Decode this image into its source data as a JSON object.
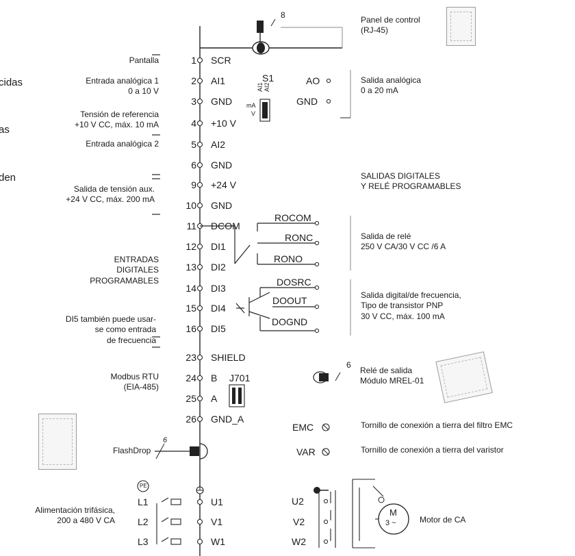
{
  "cutoff_text": [
    "cidas",
    "as",
    "den"
  ],
  "left_labels": {
    "pantalla": "Pantalla",
    "entrada_analogica_1": "Entrada analógica 1\n0 a 10 V",
    "tension_referencia": "Tensión de referencia\n+10 V CC, máx. 10 mA",
    "entrada_analogica_2": "Entrada analógica 2",
    "salida_tension_aux": "Salida de tensión aux.\n+24 V CC, máx. 200 mA",
    "entradas_digitales": "ENTRADAS\nDIGITALES\nPROGRAMABLES",
    "di5_frecuencia": "DI5 también puede usar-\nse como entrada\nde frecuencia",
    "modbus": "Modbus RTU\n(EIA-485)",
    "flashdrop": "FlashDrop",
    "alimentacion": "Alimentación trifásica,\n200 a 480 V CA"
  },
  "terminals": [
    {
      "num": "1",
      "name": "SCR"
    },
    {
      "num": "2",
      "name": "AI1"
    },
    {
      "num": "3",
      "name": "GND"
    },
    {
      "num": "4",
      "name": "+10 V"
    },
    {
      "num": "5",
      "name": "AI2"
    },
    {
      "num": "6",
      "name": "GND"
    },
    {
      "num": "9",
      "name": "+24 V"
    },
    {
      "num": "10",
      "name": "GND"
    },
    {
      "num": "11",
      "name": "DCOM"
    },
    {
      "num": "12",
      "name": "DI1"
    },
    {
      "num": "13",
      "name": "DI2"
    },
    {
      "num": "14",
      "name": "DI3"
    },
    {
      "num": "15",
      "name": "DI4"
    },
    {
      "num": "16",
      "name": "DI5"
    },
    {
      "num": "23",
      "name": "SHIELD"
    },
    {
      "num": "24",
      "name": "B"
    },
    {
      "num": "25",
      "name": "A"
    },
    {
      "num": "26",
      "name": "GND_A"
    }
  ],
  "power_in": {
    "pe": "PE",
    "l1": "L1",
    "l2": "L2",
    "l3": "L3",
    "u1": "U1",
    "v1": "V1",
    "w1": "W1"
  },
  "switch": {
    "s1": "S1",
    "ai1": "AI1",
    "ai2": "AI2",
    "ma": "mA",
    "v": "V",
    "j701": "J701"
  },
  "outputs": {
    "ao": "AO",
    "gnd": "GND",
    "rocom": "ROCOM",
    "ronc": "RONC",
    "rono": "RONO",
    "dosrc": "DOSRC",
    "doout": "DOOUT",
    "dognd": "DOGND",
    "u2": "U2",
    "v2": "V2",
    "w2": "W2",
    "emc": "EMC",
    "var": "VAR"
  },
  "callouts": {
    "n8": "8",
    "n6a": "6",
    "n6b": "6",
    "m": "M",
    "m3": "3 ~"
  },
  "right_labels": {
    "panel": "Panel de control\n(RJ-45)",
    "salida_analogica": "Salida analógica\n0 a 20 mA",
    "salidas_digitales": "SALIDAS DIGITALES\nY RELÉ PROGRAMABLES",
    "salida_rele": "Salida de relé\n250 V CA/30 V CC /6 A",
    "salida_digital": "Salida digital/de frecuencia,\nTipo de transistor PNP\n30 V CC, máx. 100 mA",
    "rele_salida": "Relé de salida\nMódulo MREL-01",
    "emc_screw": "Tornillo de conexión a tierra del filtro EMC",
    "var_screw": "Tornillo de conexión a tierra del varistor",
    "motor": "Motor de CA"
  }
}
